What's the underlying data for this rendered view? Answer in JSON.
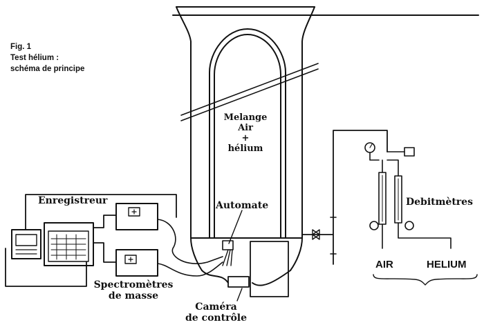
{
  "caption": {
    "line1": "Fig. 1",
    "line2": "Test hélium :",
    "line3": "schéma de principe"
  },
  "labels": {
    "melange_line1": "Melange",
    "melange_line2": "Air",
    "melange_line3": "+",
    "melange_line4": "hélium",
    "enregistreur": "Enregistreur",
    "automate": "Automate",
    "debitmetres": "Debitmètres",
    "air": "AIR",
    "helium": "HELIUM",
    "spectro_line1": "Spectromètres",
    "spectro_line2": "de masse",
    "camera_line1": "Caméra",
    "camera_line2": "de contrôle"
  },
  "colors": {
    "ink": "#111111",
    "paper": "#ffffff"
  }
}
